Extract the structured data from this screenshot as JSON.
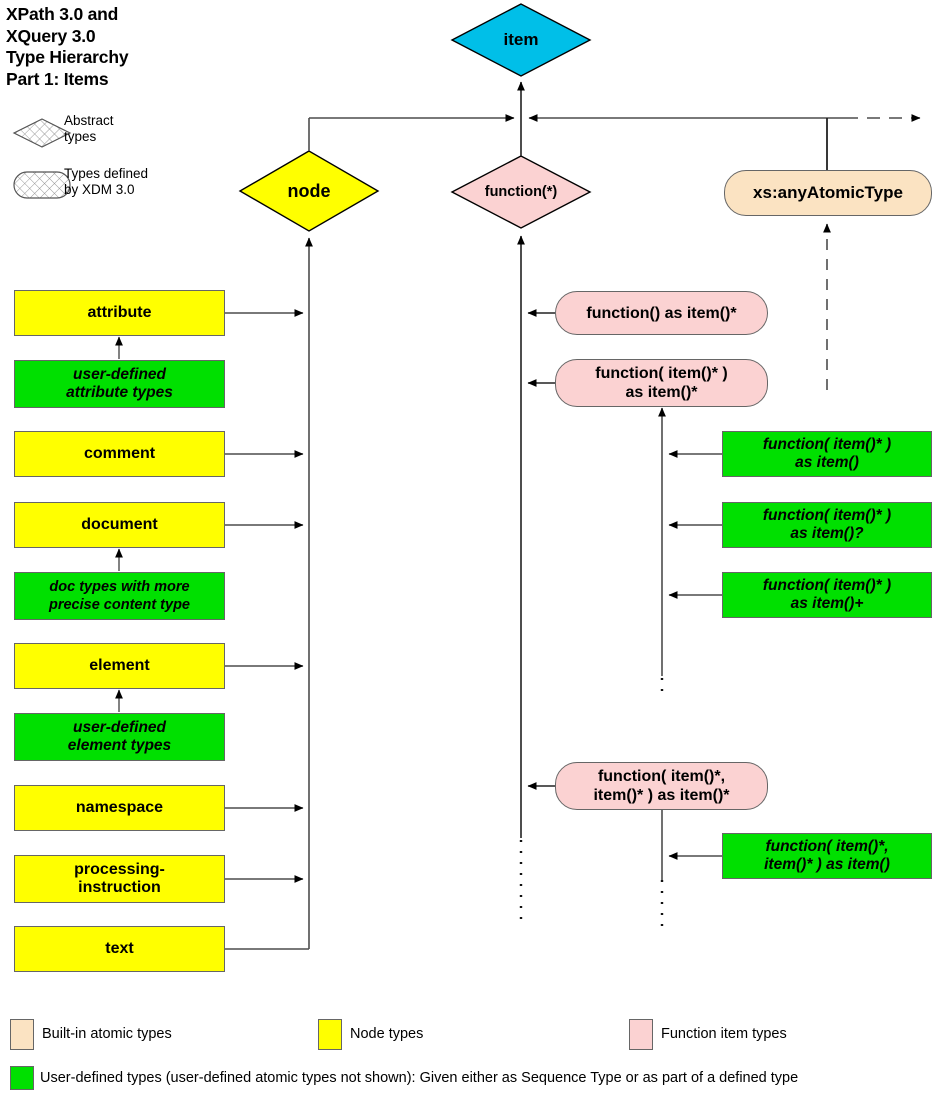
{
  "title": {
    "line1": "XPath 3.0 and",
    "line2": "XQuery 3.0",
    "line3": "Type Hierarchy",
    "line4": "Part 1: Items"
  },
  "shape_key": [
    {
      "shape": "diamond",
      "label_line1": "Abstract",
      "label_line2": "types"
    },
    {
      "shape": "rounded",
      "label_line1": "Types defined",
      "label_line2": "by XDM 3.0"
    }
  ],
  "colors": {
    "node_yellow": "#ffff00",
    "user_green": "#00e000",
    "function_pink": "#fbd2d2",
    "atomic_peach": "#fbe3c2",
    "item_blue": "#00bfe8",
    "line": "#4d4d4d",
    "border": "#666666"
  },
  "root": {
    "label": "item"
  },
  "abstract_types": [
    {
      "label": "node"
    },
    {
      "label": "function(*)"
    }
  ],
  "atomic_type": {
    "label": "xs:anyAtomicType"
  },
  "node_types": [
    {
      "label": "attribute"
    },
    {
      "label": "comment"
    },
    {
      "label": "document"
    },
    {
      "label": "element"
    },
    {
      "label": "namespace"
    },
    {
      "label_line1": "processing-",
      "label_line2": "instruction"
    },
    {
      "label": "text"
    }
  ],
  "node_user_types": [
    {
      "label_line1": "user-defined",
      "label_line2": "attribute types"
    },
    {
      "label_line1": "doc types with more",
      "label_line2": "precise content type"
    },
    {
      "label_line1": "user-defined",
      "label_line2": "element types"
    }
  ],
  "function_types": [
    {
      "label_line1": "function() as item()*",
      "label_line2": ""
    },
    {
      "label_line1": "function( item()* )",
      "label_line2": "as item()*"
    },
    {
      "label_line1": "function( item()*,",
      "label_line2": "item()* ) as item()*"
    }
  ],
  "function_user_types": [
    {
      "label_line1": "function( item()* )",
      "label_line2": "as item()"
    },
    {
      "label_line1": "function( item()* )",
      "label_line2": "as item()?"
    },
    {
      "label_line1": "function( item()* )",
      "label_line2": "as item()+"
    },
    {
      "label_line1": "function( item()*,",
      "label_line2": "item()* ) as item()"
    }
  ],
  "legend": {
    "items": [
      {
        "color": "#fbe3c2",
        "label": "Built-in atomic types"
      },
      {
        "color": "#ffff00",
        "label": "Node types"
      },
      {
        "color": "#fbd2d2",
        "label": "Function item types"
      }
    ],
    "note": {
      "color": "#00e000",
      "label": "User-defined types (user-defined atomic types not shown):  Given either as Sequence Type or as part of a defined type"
    }
  }
}
